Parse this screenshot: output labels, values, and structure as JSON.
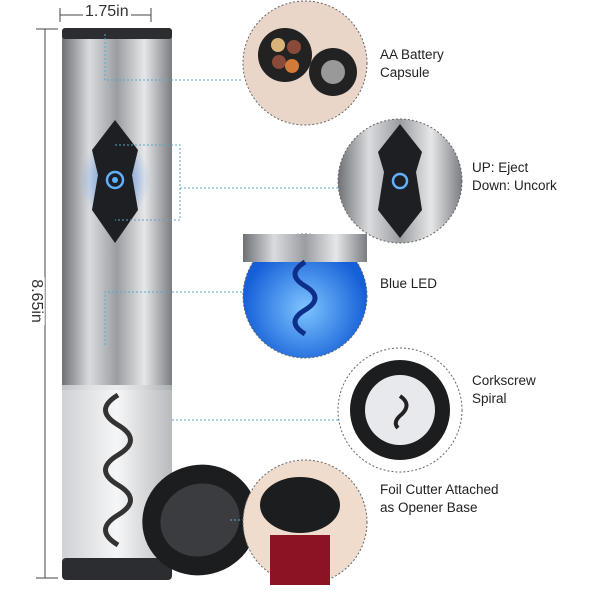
{
  "dimensions": {
    "width": "1.75in",
    "height": "8.65in"
  },
  "features": [
    {
      "line1": "AA Battery",
      "line2": "Capsule"
    },
    {
      "line1": "UP: Eject",
      "line2": "Down: Uncork"
    },
    {
      "line1": "Blue LED",
      "line2": ""
    },
    {
      "line1": "Corkscrew",
      "line2": "Spiral"
    },
    {
      "line1": "Foil Cutter Attached",
      "line2": "as Opener Base"
    }
  ],
  "colors": {
    "led": "#2a7bff",
    "metal": "#b5b8bc",
    "leader": "#5aa6c8"
  }
}
